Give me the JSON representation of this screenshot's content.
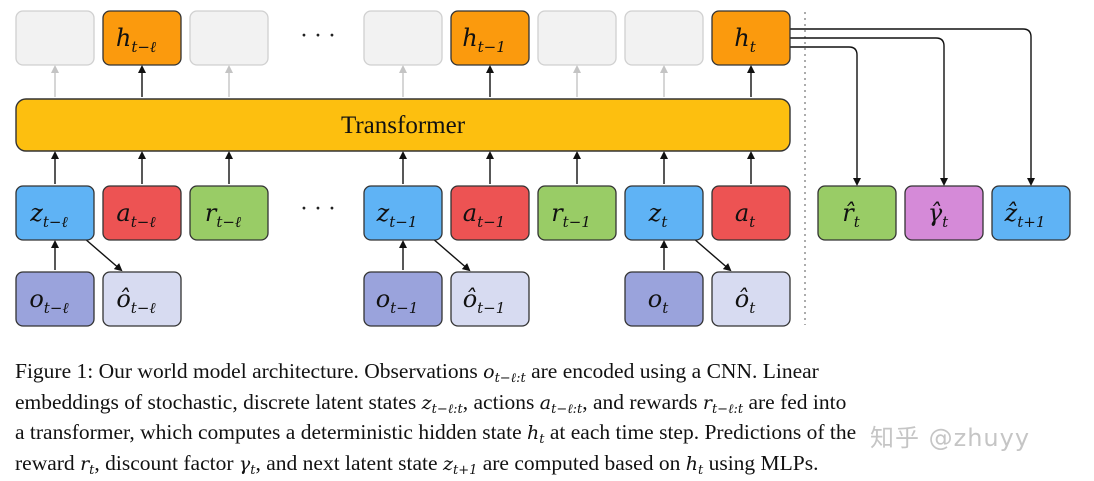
{
  "diagram": {
    "transformer_label": "Transformer",
    "ellipsis": "· · ·",
    "hidden_top": [
      {
        "kind": "blank"
      },
      {
        "kind": "hidden",
        "label": "h",
        "sub": "t−ℓ"
      },
      {
        "kind": "blank"
      },
      {
        "kind": "blank"
      },
      {
        "kind": "hidden",
        "label": "h",
        "sub": "t−1"
      },
      {
        "kind": "blank"
      },
      {
        "kind": "blank"
      },
      {
        "kind": "hidden",
        "label": "h",
        "sub": "t"
      }
    ],
    "inputs": [
      {
        "kind": "latent",
        "label": "z",
        "sub": "t−ℓ"
      },
      {
        "kind": "action",
        "label": "a",
        "sub": "t−ℓ"
      },
      {
        "kind": "reward",
        "label": "r",
        "sub": "t−ℓ"
      },
      {
        "kind": "latent",
        "label": "z",
        "sub": "t−1"
      },
      {
        "kind": "action",
        "label": "a",
        "sub": "t−1"
      },
      {
        "kind": "reward",
        "label": "r",
        "sub": "t−1"
      },
      {
        "kind": "latent",
        "label": "z",
        "sub": "t"
      },
      {
        "kind": "action",
        "label": "a",
        "sub": "t"
      }
    ],
    "observations": [
      {
        "kind": "obs",
        "label": "o",
        "sub": "t−ℓ"
      },
      {
        "kind": "recon",
        "label": "ô",
        "sub": "t−ℓ"
      },
      {
        "kind": "obs",
        "label": "o",
        "sub": "t−1"
      },
      {
        "kind": "recon",
        "label": "ô",
        "sub": "t−1"
      },
      {
        "kind": "obs",
        "label": "o",
        "sub": "t"
      },
      {
        "kind": "recon",
        "label": "ô",
        "sub": "t"
      }
    ],
    "predictions": [
      {
        "kind": "reward",
        "label": "r̂",
        "sub": "t"
      },
      {
        "kind": "discount",
        "label": "γ̂",
        "sub": "t"
      },
      {
        "kind": "latent",
        "label": "ẑ",
        "sub": "t+1"
      }
    ],
    "colors": {
      "blank": "#f2f2f2",
      "hidden": "#fb9a0d",
      "transformer": "#fdbf0f",
      "latent": "#5fb3f5",
      "action": "#ed5353",
      "reward": "#99cc66",
      "obs": "#9aa3dc",
      "recon": "#d7dbf1",
      "discount": "#d58ad8"
    }
  },
  "caption": {
    "line1_a": "Figure 1: Our world model architecture. Observations ",
    "line1_b": " are encoded using a CNN. Linear",
    "line2_a": "embeddings of stochastic, discrete latent states ",
    "line2_b": ", actions ",
    "line2_c": ", and rewards ",
    "line2_d": " are fed into",
    "line3_a": "a transformer, which computes a deterministic hidden state ",
    "line3_b": " at each time step. Predictions of the",
    "line4_a": "reward ",
    "line4_b": ", discount factor ",
    "line4_c": ", and next latent state ",
    "line4_d": " are computed based on ",
    "line4_e": " using MLPs.",
    "sym_o": "o",
    "sym_o_sub": "t−ℓ:t",
    "sym_z": "z",
    "sym_z_sub": "t−ℓ:t",
    "sym_a": "a",
    "sym_a_sub": "t−ℓ:t",
    "sym_r": "r",
    "sym_r_sub": "t−ℓ:t",
    "sym_h": "h",
    "sym_h_sub": "t",
    "sym_r2": "r",
    "sym_r2_sub": "t",
    "sym_g": "γ",
    "sym_g_sub": "t",
    "sym_z2": "z",
    "sym_z2_sub": "t+1",
    "sym_h2": "h",
    "sym_h2_sub": "t"
  },
  "watermark": "知乎 @zhuyy"
}
